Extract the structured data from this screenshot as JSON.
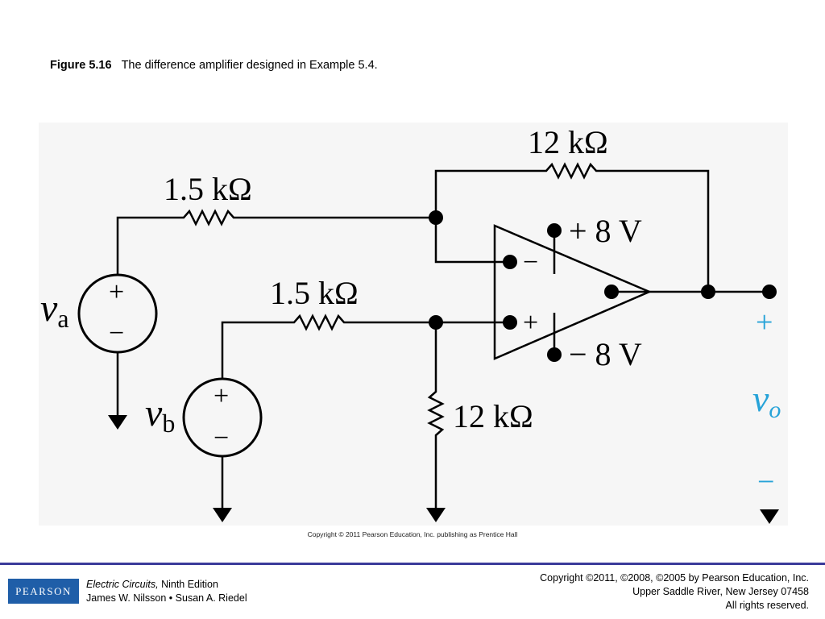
{
  "caption": {
    "figure_label": "Figure 5.16",
    "text": "The difference amplifier designed in Example 5.4."
  },
  "circuit": {
    "resistors": {
      "feedback": "12 kΩ",
      "input_a": "1.5 kΩ",
      "input_b": "1.5 kΩ",
      "ground": "12 kΩ"
    },
    "supplies": {
      "positive": "+ 8 V",
      "negative": "− 8 V"
    },
    "sources": {
      "a": {
        "symbol": "v",
        "subscript": "a"
      },
      "b": {
        "symbol": "v",
        "subscript": "b"
      }
    },
    "opamp": {
      "inverting_sign": "−",
      "noninverting_sign": "+"
    },
    "source_signs": {
      "plus": "+",
      "minus": "−"
    },
    "output": {
      "plus": "+",
      "symbol": "v",
      "subscript": "o",
      "minus": "−",
      "color": "#27a3d8"
    }
  },
  "figure_copyright": "Copyright © 2011 Pearson Education, Inc. publishing as Prentice Hall",
  "footer": {
    "logo": "PEARSON",
    "book_title": "Electric Circuits,",
    "edition": " Ninth Edition",
    "authors": "James W. Nilsson • Susan A. Riedel",
    "copyright_lines": [
      "Copyright ©2011, ©2008, ©2005 by Pearson Education, Inc.",
      "Upper Saddle River, New Jersey 07458",
      "All rights reserved."
    ]
  }
}
